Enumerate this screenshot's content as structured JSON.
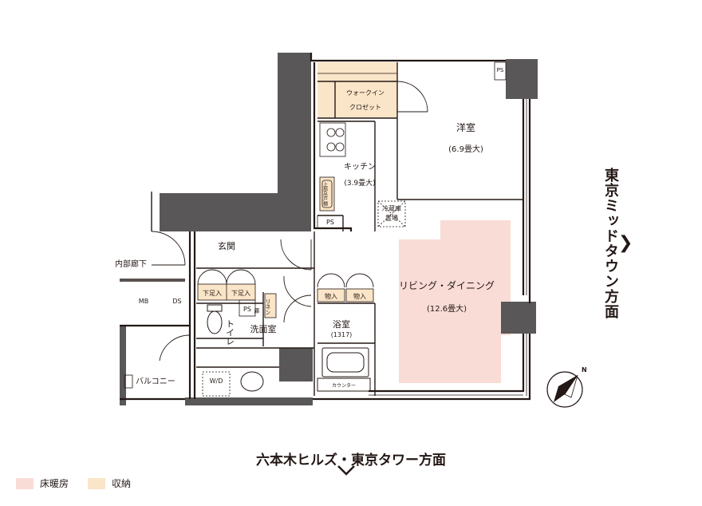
{
  "rooms": {
    "western_room": "洋室",
    "western_room_size": "(6.9畳大)",
    "kitchen": "キッチン",
    "kitchen_size": "(3.9畳大)",
    "walk_in_closet_1": "ウォークイン",
    "walk_in_closet_2": "クロゼット",
    "fridge_space_1": "冷蔵庫",
    "fridge_space_2": "置場",
    "entrance": "玄関",
    "inner_corridor": "内部廊下",
    "living_dining": "リビング・ダイニング",
    "living_dining_size": "(12.6畳大)",
    "washroom": "洗面室",
    "toilet": "トイレ",
    "bathroom": "浴室",
    "bathroom_size": "(1317)",
    "balcony": "バルコニー"
  },
  "fixtures": {
    "ps_top": "PS",
    "ps_kitchen": "PS",
    "ps_wash": "PS",
    "shoe_box_1": "下足入",
    "shoe_box_2": "下足入",
    "storage_1": "物入",
    "storage_2": "物入",
    "linen": "リネン",
    "cabinet": "庫",
    "mb": "MB",
    "ds": "DS",
    "wd": "W/D",
    "counter": "カウンター",
    "upper_cabinet": "上部吊戸棚"
  },
  "directions": {
    "right_side": "東京ミッドタウン方面",
    "bottom_side": "六本木ヒルズ・東京タワー方面",
    "north": "N"
  },
  "legend": {
    "floor_heating": "床暖房",
    "storage": "収納"
  },
  "colors": {
    "floor_heating": "#f9dcd6",
    "storage": "#fbe5c8",
    "structure": "#595757",
    "wall": "#231815"
  }
}
